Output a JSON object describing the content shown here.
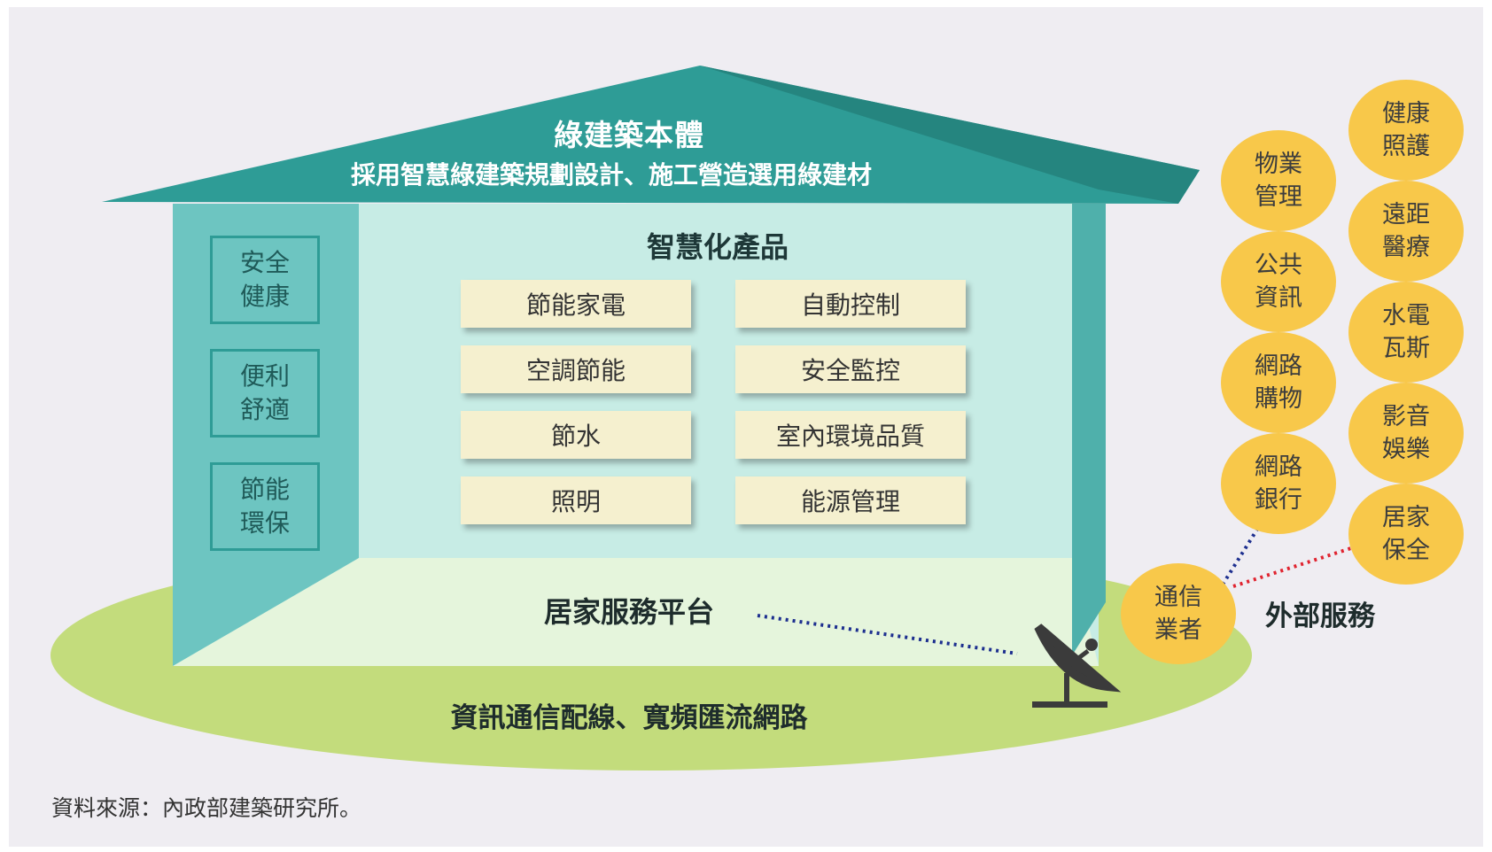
{
  "roof": {
    "title": "綠建築本體",
    "subtitle": "採用智慧綠建築規劃設計、施工營造選用綠建材"
  },
  "pillars": [
    {
      "label": "安全\n健康"
    },
    {
      "label": "便利\n舒適"
    },
    {
      "label": "節能\n環保"
    }
  ],
  "products": {
    "title": "智慧化產品",
    "items": [
      "節能家電",
      "自動控制",
      "空調節能",
      "安全監控",
      "節水",
      "室內環境品質",
      "照明",
      "能源管理"
    ]
  },
  "platform_label": "居家服務平台",
  "network_label": "資訊通信配線、寬頻匯流網路",
  "telecom_label": "通信\n業者",
  "external": {
    "label": "外部服務",
    "services_left": [
      "物業\n管理",
      "公共\n資訊",
      "網路\n購物",
      "網路\n銀行"
    ],
    "services_right": [
      "健康\n照護",
      "遠距\n醫療",
      "水電\n瓦斯",
      "影音\n娛樂",
      "居家\n保全"
    ]
  },
  "source": "資料來源：內政部建築研究所。",
  "colors": {
    "background": "#efedf2",
    "roof": "#2e9c96",
    "wall_side": "#6dc5c1",
    "wall_back": "#c7ece5",
    "floor": "#e5f5dc",
    "ground": "#c3dc7c",
    "circle": "#f8c84a",
    "product_box": "#f5f0cf",
    "dots_blue": "#1d2f8f",
    "dots_red": "#e0232f"
  },
  "icons": [
    "satellite-dish-icon"
  ]
}
